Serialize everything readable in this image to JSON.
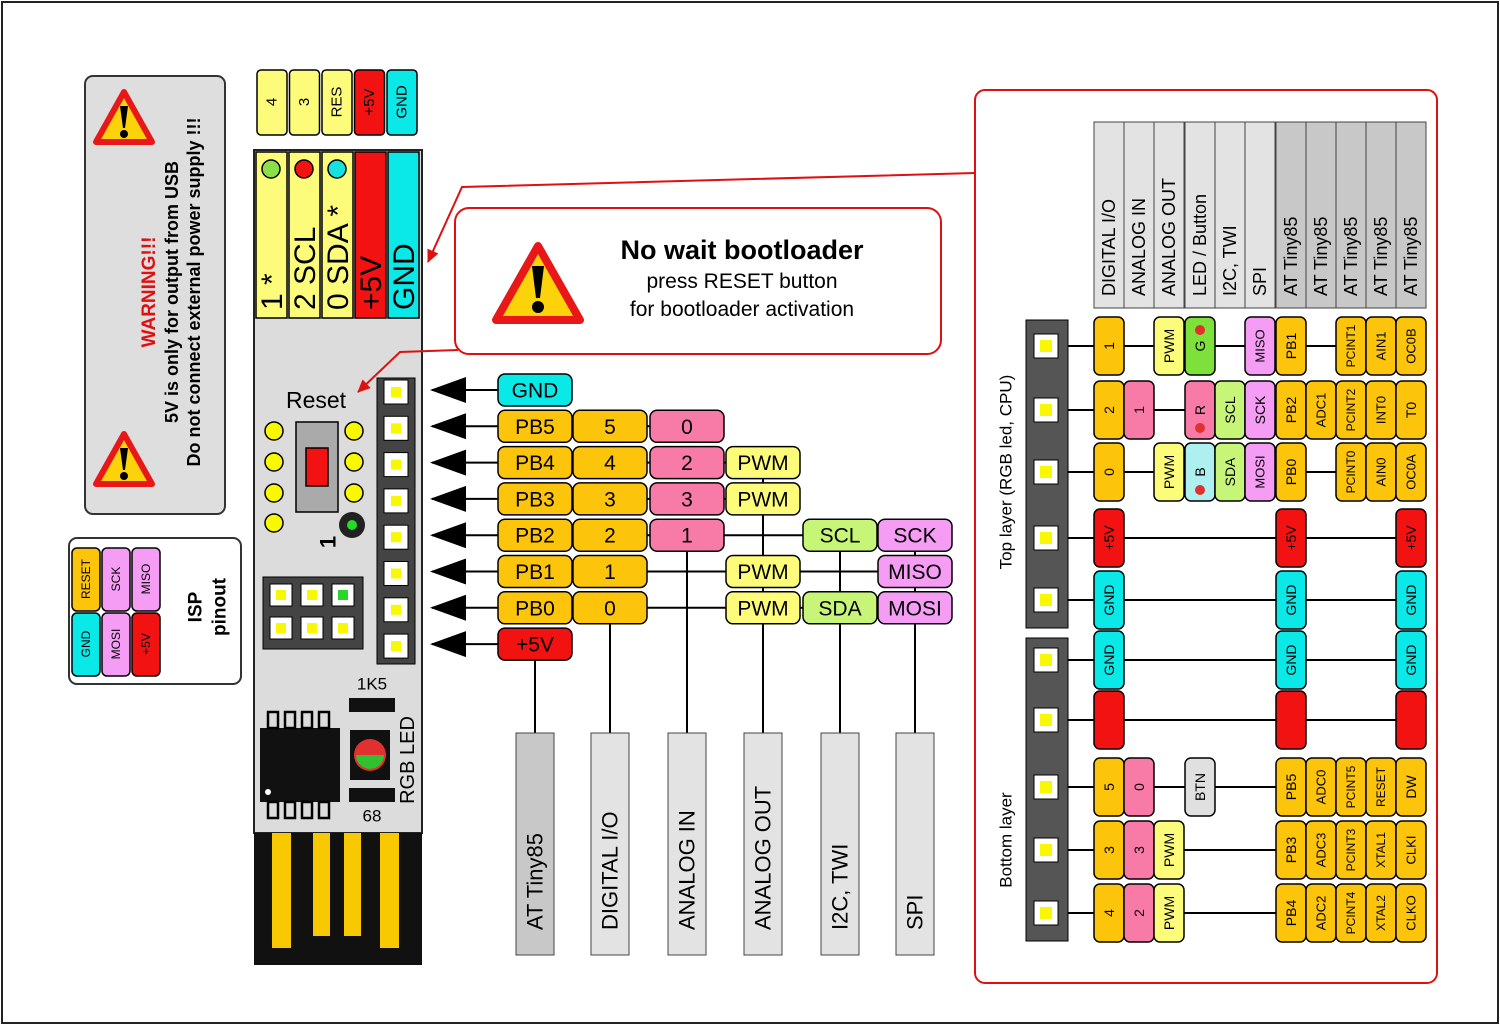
{
  "colors": {
    "yellow": "#fcfc7a",
    "orange": "#fcc40a",
    "pink": "#f77aa7",
    "red": "#f21212",
    "cyan": "#0ae8e8",
    "lavender": "#f59df5",
    "green": "#c6f578",
    "lightgray": "#e5e5e5",
    "gray": "#cbcbcb",
    "board": "#dcdcdc"
  },
  "warning": {
    "title": "WARNING!!!",
    "line1": "5V is only for output from USB",
    "line2": "Do not connect external power supply  !!!"
  },
  "isp": {
    "label1": "ISP",
    "label2": "pinout",
    "top": [
      "RESET",
      "SCK",
      "MISO"
    ],
    "bottom": [
      "GND",
      "MOSI",
      "+5V"
    ]
  },
  "top_header_pins": [
    "4",
    "3",
    "RES",
    "+5V",
    "GND"
  ],
  "board_header_pins": [
    "1 *",
    "2 SCL",
    "0 SDA *",
    "+5V",
    "GND"
  ],
  "board": {
    "reset_label": "Reset",
    "resistor1": "1K5",
    "resistor2": "68",
    "led_label": "RGB LED",
    "one_marker": "1"
  },
  "bootloader": {
    "title": "No wait bootloader",
    "line1": "press RESET button",
    "line2": "for bootloader activation"
  },
  "pin_rows": [
    {
      "port": "GND",
      "digital": "",
      "analog": "",
      "pwm": "",
      "i2c": "",
      "spi": ""
    },
    {
      "port": "PB5",
      "digital": "5",
      "analog": "0",
      "pwm": "",
      "i2c": "",
      "spi": ""
    },
    {
      "port": "PB4",
      "digital": "4",
      "analog": "2",
      "pwm": "PWM",
      "i2c": "",
      "spi": ""
    },
    {
      "port": "PB3",
      "digital": "3",
      "analog": "3",
      "pwm": "PWM",
      "i2c": "",
      "spi": ""
    },
    {
      "port": "PB2",
      "digital": "2",
      "analog": "1",
      "pwm": "",
      "i2c": "SCL",
      "spi": "SCK"
    },
    {
      "port": "PB1",
      "digital": "1",
      "analog": "",
      "pwm": "PWM",
      "i2c": "",
      "spi": "MISO"
    },
    {
      "port": "PB0",
      "digital": "0",
      "analog": "",
      "pwm": "PWM",
      "i2c": "SDA",
      "spi": "MOSI"
    },
    {
      "port": "+5V",
      "digital": "",
      "analog": "",
      "pwm": "",
      "i2c": "",
      "spi": ""
    }
  ],
  "legend_columns": [
    "AT Tiny85",
    "DIGITAL I/O",
    "ANALOG IN",
    "ANALOG OUT",
    "I2C, TWI",
    "SPI"
  ],
  "right_panel": {
    "headers": [
      "DIGITAL I/O",
      "ANALOG IN",
      "ANALOG OUT",
      "LED / Button",
      "I2C, TWI",
      "SPI",
      "AT Tiny85",
      "AT Tiny85",
      "AT Tiny85",
      "AT Tiny85",
      "AT Tiny85"
    ],
    "top_layer_label": "Top layer (RGB led, CPU)",
    "bottom_layer_label": "Bottom layer",
    "top_rows": [
      {
        "cells": [
          "1",
          "",
          "PWM",
          "G",
          "",
          "MISO",
          "PB1",
          "",
          "PCINT1",
          "AIN1",
          "OC0B"
        ]
      },
      {
        "cells": [
          "2",
          "1",
          "",
          "R",
          "SCL",
          "SCK",
          "PB2",
          "ADC1",
          "PCINT2",
          "INT0",
          "T0"
        ]
      },
      {
        "cells": [
          "0",
          "",
          "PWM",
          "B",
          "SDA",
          "MOSI",
          "PB0",
          "",
          "PCINT0",
          "AIN0",
          "OC0A"
        ]
      },
      {
        "cells": [
          "+5V",
          "",
          "",
          "",
          "",
          "",
          "+5V",
          "",
          "",
          "",
          "+5V"
        ]
      },
      {
        "cells": [
          "GND",
          "",
          "",
          "",
          "",
          "",
          "GND",
          "",
          "",
          "",
          "GND"
        ]
      }
    ],
    "bottom_rows": [
      {
        "cells": [
          "GND",
          "",
          "",
          "",
          "",
          "",
          "GND",
          "",
          "",
          "",
          "GND"
        ]
      },
      {
        "cells": [
          "",
          "",
          "",
          "",
          "",
          "",
          "",
          "",
          "",
          "",
          ""
        ]
      },
      {
        "cells": [
          "5",
          "0",
          "",
          "BTN",
          "",
          "",
          "PB5",
          "ADC0",
          "PCINT5",
          "RESET",
          "DW"
        ]
      },
      {
        "cells": [
          "3",
          "3",
          "PWM",
          "",
          "",
          "",
          "PB3",
          "ADC3",
          "PCINT3",
          "XTAL1",
          "CLKI"
        ]
      },
      {
        "cells": [
          "4",
          "2",
          "PWM",
          "",
          "",
          "",
          "PB4",
          "ADC2",
          "PCINT4",
          "XTAL2",
          "CLKO"
        ]
      }
    ]
  }
}
